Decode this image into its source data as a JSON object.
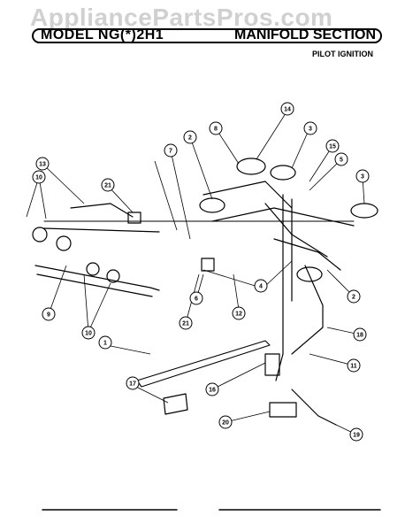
{
  "watermark": "AppliancePartsPros.com",
  "header": {
    "model_label": "MODEL  NG(*)2H1",
    "section_title": "MANIFOLD SECTION",
    "subtitle": "PILOT IGNITION"
  },
  "callouts": [
    "1",
    "2",
    "3",
    "4",
    "5",
    "6",
    "7",
    "8",
    "9",
    "10",
    "11",
    "12",
    "13",
    "14",
    "15",
    "16",
    "17",
    "18",
    "19",
    "20",
    "21"
  ]
}
